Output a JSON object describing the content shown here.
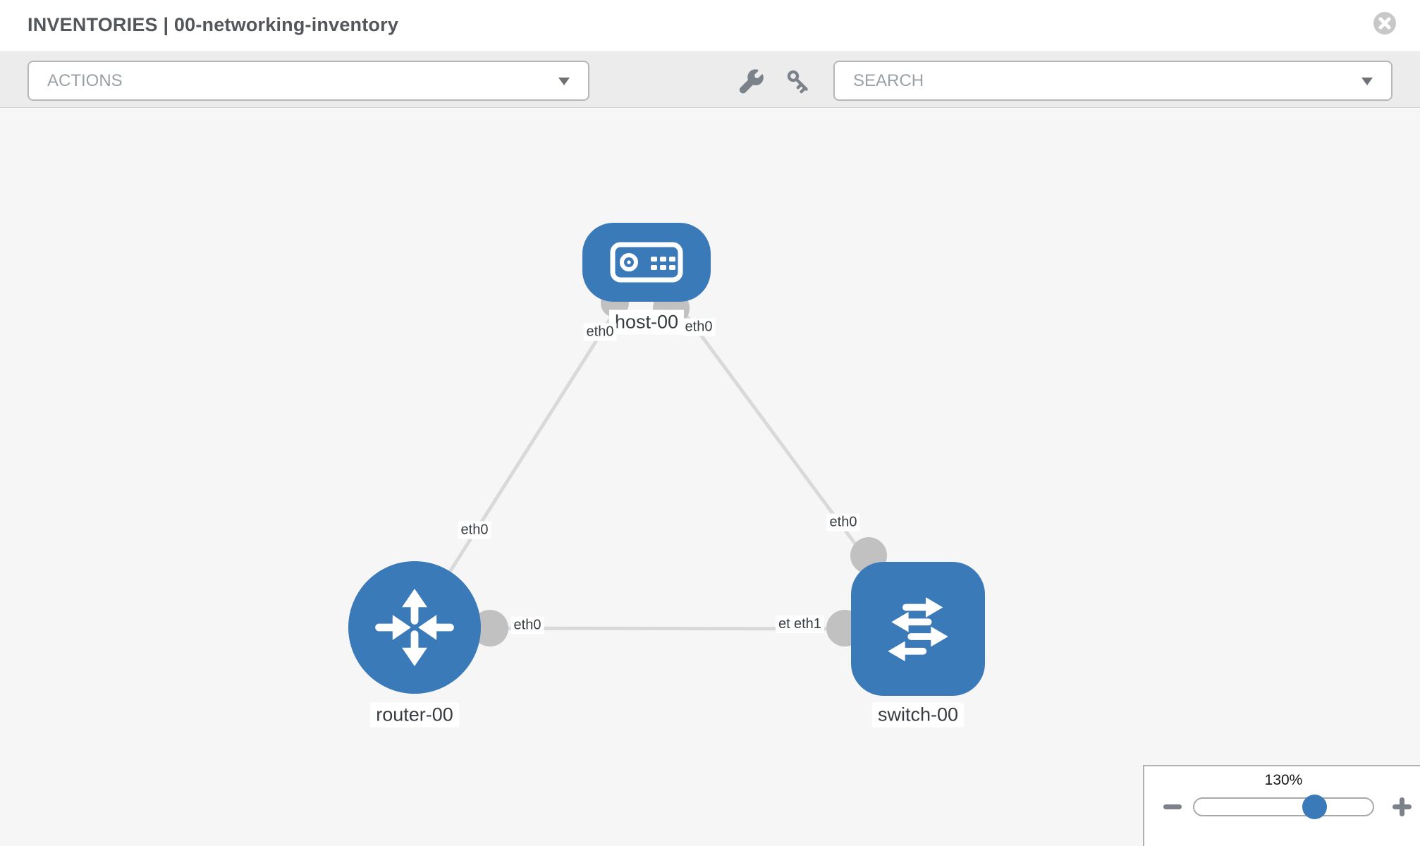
{
  "header": {
    "title": "INVENTORIES | 00-networking-inventory"
  },
  "toolbar": {
    "actions_label": "ACTIONS",
    "search_label": "SEARCH"
  },
  "icons": {
    "close": "circle-x",
    "wrench": "wrench",
    "key": "key",
    "caret": "triangle-down",
    "zoom_out": "minus",
    "zoom_in": "plus"
  },
  "topology": {
    "nodes": [
      {
        "id": "host-00",
        "label": "host-00",
        "type": "host",
        "shape": "rounded-rect"
      },
      {
        "id": "router-00",
        "label": "router-00",
        "type": "router",
        "shape": "circle"
      },
      {
        "id": "switch-00",
        "label": "switch-00",
        "type": "switch",
        "shape": "rounded-square"
      }
    ],
    "links": [
      {
        "from": "host-00",
        "to": "router-00",
        "from_if": "eth0",
        "to_if": "eth0"
      },
      {
        "from": "host-00",
        "to": "switch-00",
        "from_if": "eth0",
        "to_if": "eth0"
      },
      {
        "from": "router-00",
        "to": "switch-00",
        "from_if": "eth0",
        "to_if": "eth1"
      }
    ],
    "labels": {
      "host": "host-00",
      "router": "router-00",
      "switch": "switch-00",
      "host_if_left": "eth0",
      "host_if_right": "eth0",
      "host_router_if": "eth0",
      "host_switch_if": "eth0",
      "rs_router_if": "eth0",
      "rs_switch_if_back": "eth0",
      "rs_switch_if_front": "eth1"
    }
  },
  "zoom_control": {
    "value": "130%"
  },
  "colors": {
    "node_blue": "#3b7ab8",
    "link_gray": "#d9d9d9",
    "port_gray": "#c1c1c1",
    "canvas_bg": "#f6f6f6",
    "toolbar_bg": "#ececec"
  }
}
